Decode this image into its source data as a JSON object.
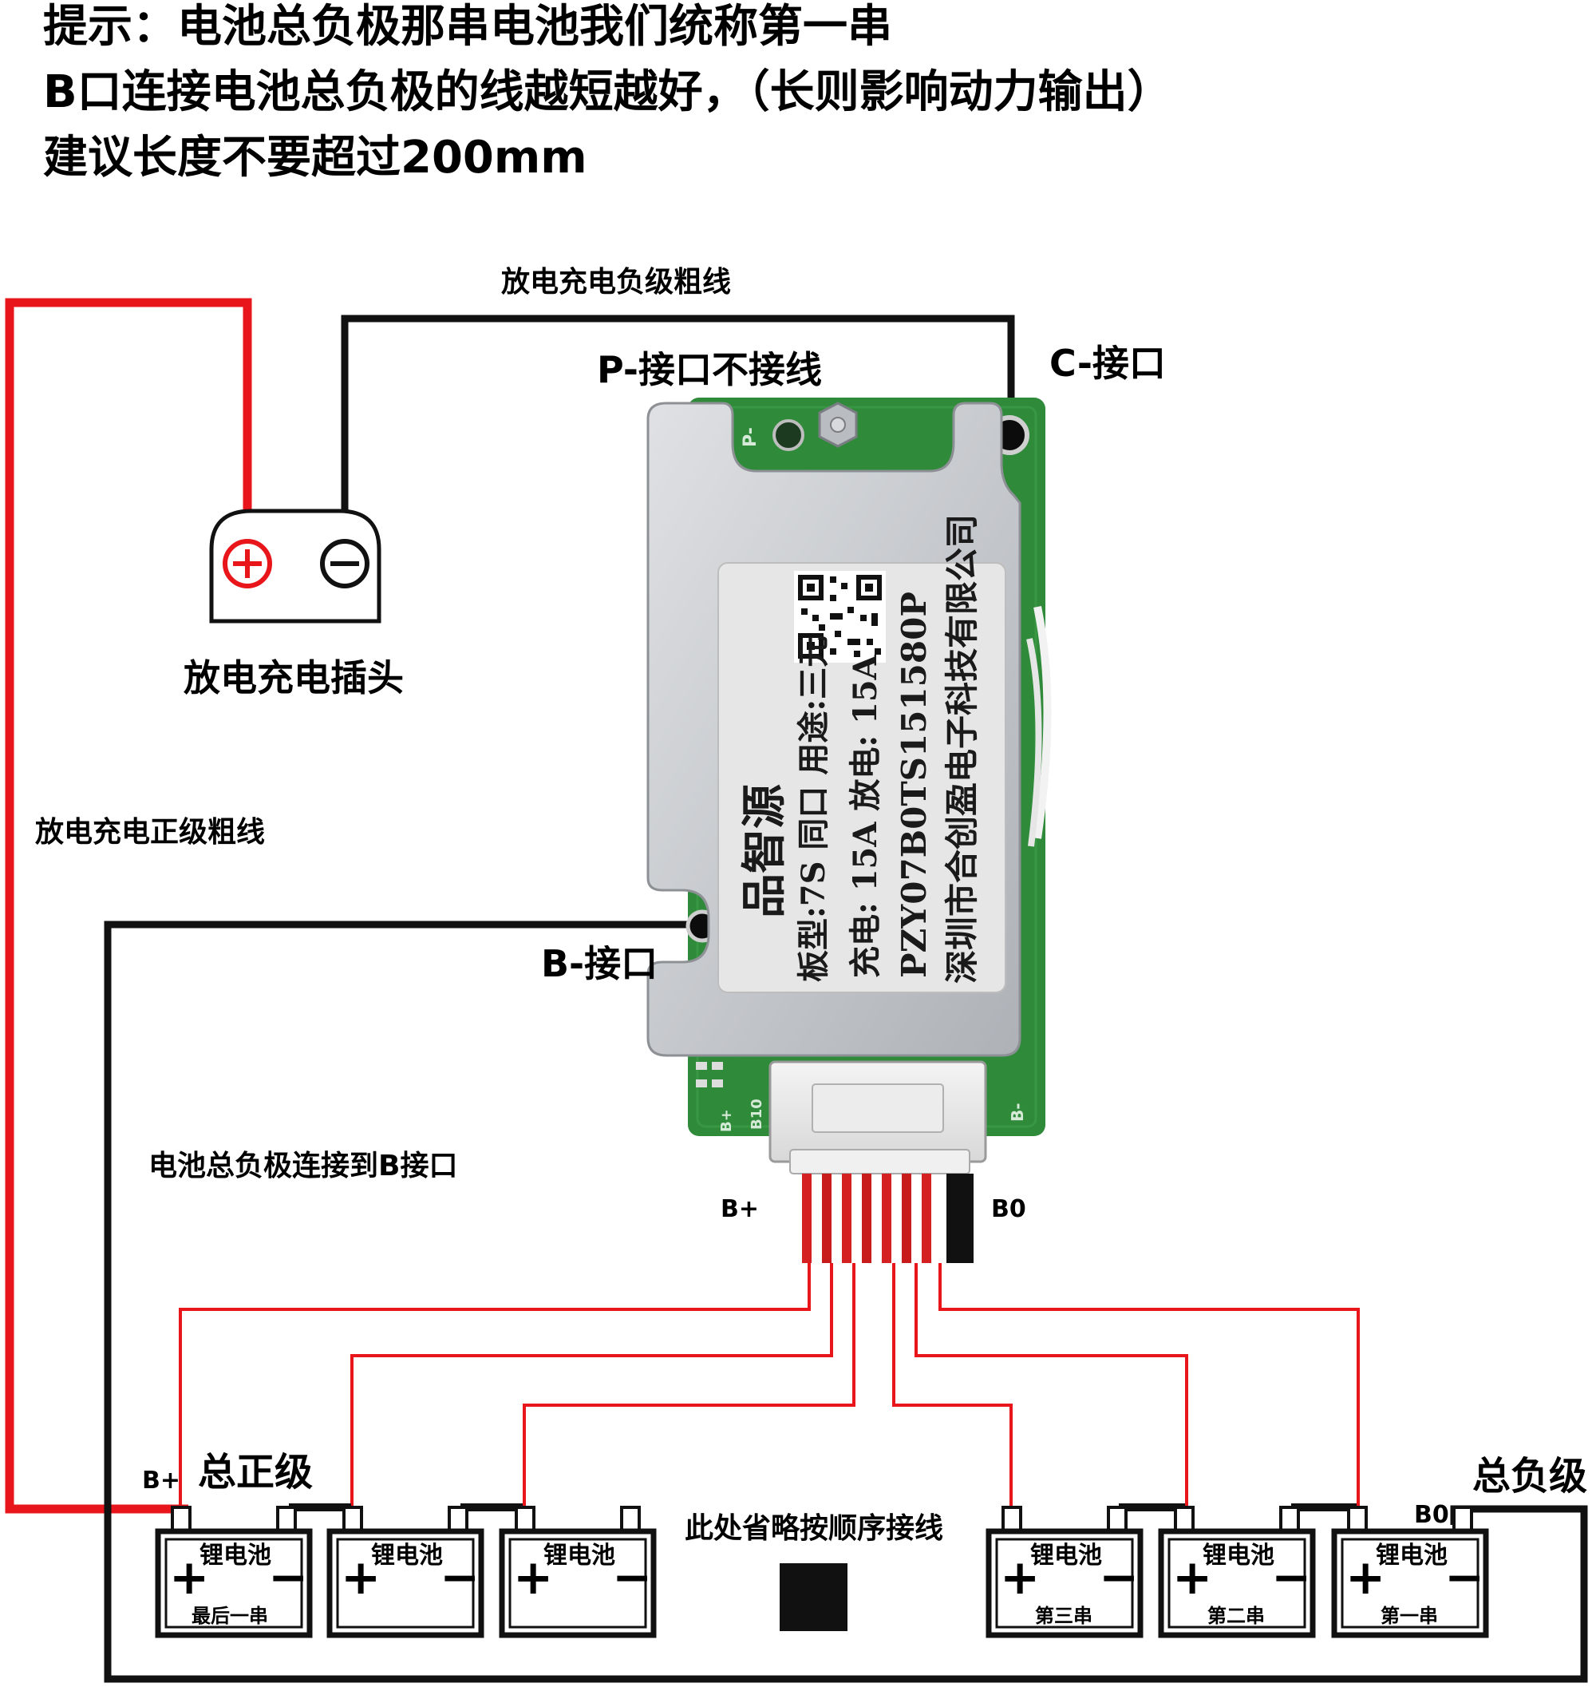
{
  "hint": {
    "line1": "提示：电池总负极那串电池我们统称第一串",
    "line2": "B口连接电池总负极的线越短越好，（长则影响动力输出）",
    "line3": "建议长度不要超过200mm"
  },
  "labels": {
    "neg_wire": "放电充电负级粗线",
    "p_port": "P-接口不接线",
    "c_port": "C-接口",
    "plug": "放电充电插头",
    "pos_wire": "放电充电正级粗线",
    "b_port": "B-接口",
    "b_connect": "电池总负极连接到B接口",
    "bplus_top": "B+",
    "b0_top": "B0",
    "bplus_bottom": "B+",
    "b0_bottom": "B0",
    "total_pos": "总正级",
    "total_neg": "总负级",
    "omitted": "此处省略按顺序接线"
  },
  "board_label": {
    "brand": "品智源",
    "model_line": "板型:7S 同口 用途:三元",
    "current_line": "充电: 15A 放电: 15A",
    "serial": "PZY07B0TS151580P",
    "company": "深圳市合创盈电子科技有限公司",
    "pcb_silk_p": "P-",
    "pcb_silk_b": "B-",
    "pcb_silk_b10": "B10",
    "pcb_silk_bplus": "B+"
  },
  "batteries": [
    {
      "name": "锂电池",
      "plus": "+",
      "minus": "−",
      "sub": "最后一串"
    },
    {
      "name": "锂电池",
      "plus": "+",
      "minus": "−",
      "sub": ""
    },
    {
      "name": "锂电池",
      "plus": "+",
      "minus": "−",
      "sub": ""
    },
    {
      "name": "锂电池",
      "plus": "+",
      "minus": "−",
      "sub": "第三串"
    },
    {
      "name": "锂电池",
      "plus": "+",
      "minus": "−",
      "sub": "第二串"
    },
    {
      "name": "锂电池",
      "plus": "+",
      "minus": "−",
      "sub": "第一串"
    }
  ],
  "plug_symbols": {
    "plus": "+",
    "minus": "−"
  },
  "colors": {
    "wire_positive": "#e8161b",
    "wire_negative": "#111111",
    "pcb_green": "#2f8a3a",
    "shield_silver": "#c9ccd0",
    "label_paper": "#e6e6e6"
  }
}
